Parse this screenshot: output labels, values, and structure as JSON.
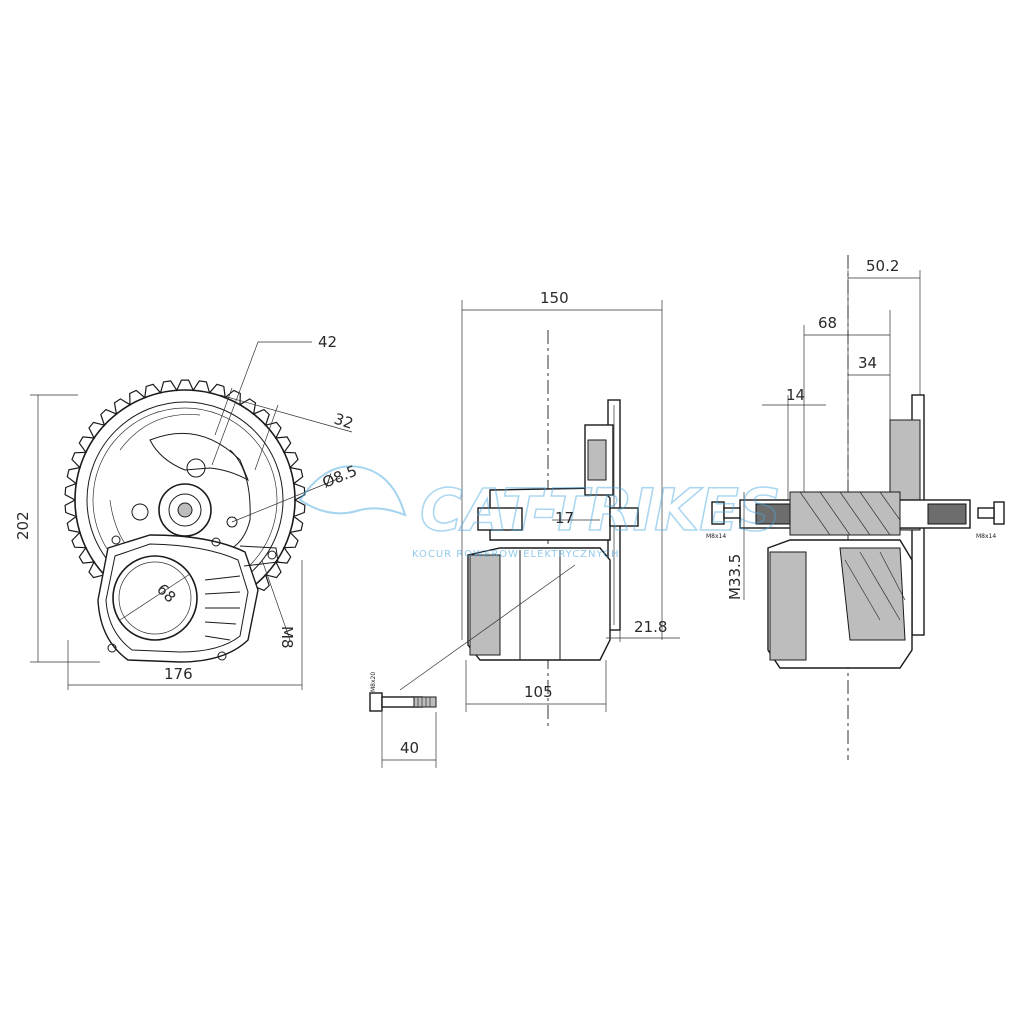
{
  "dimensions": {
    "front_height": "202",
    "front_width": "176",
    "chainring_offset": "42",
    "hole_spacing": "32",
    "hole_diameter": "Ø8.5",
    "motor_diameter": "68",
    "mount_thread": "M8",
    "side_width": "150",
    "side_depth": "105",
    "chainline": "21.8",
    "bracket": "17",
    "bolt_length": "40",
    "bolt_label": "M8x20",
    "axle_total": "50.2",
    "bb_width": "68",
    "half_width": "34",
    "lock_ring": "14",
    "bb_thread": "M33.5",
    "axle_bolt_left": "M8x14",
    "axle_bolt_right": "M8x14"
  },
  "watermark": {
    "brand": "CAT-TRIKES",
    "tagline": "KOCUR ROWERÓW ELEKTRYCZNYCH",
    "color": "#4aa8e0"
  }
}
